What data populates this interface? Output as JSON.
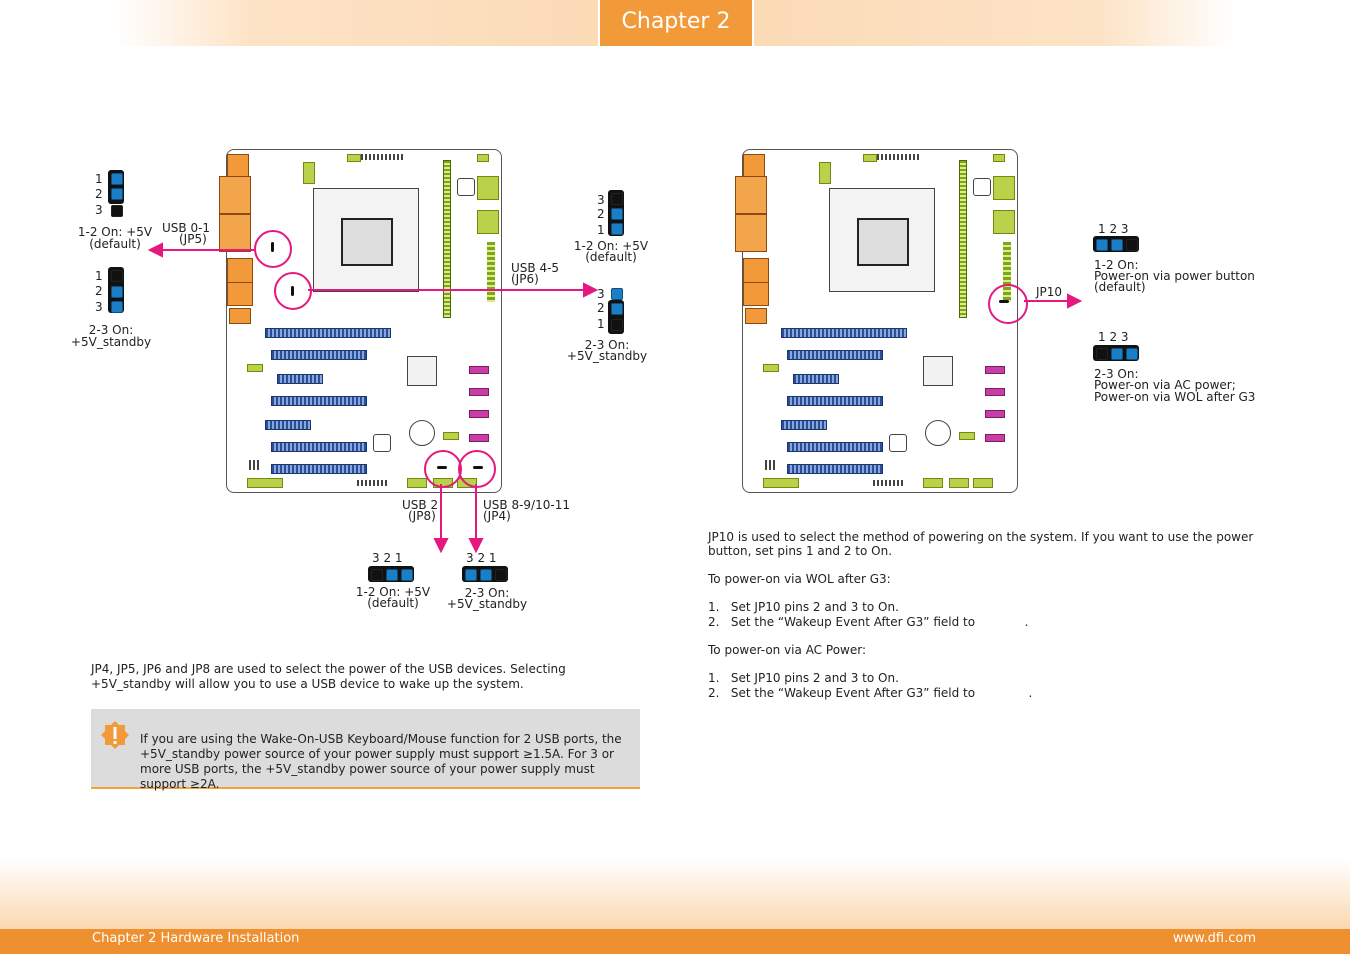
{
  "header": {
    "chapter_tab": "Chapter 2"
  },
  "footer": {
    "left": "Chapter 2 Hardware Installation",
    "right": "www.dfi.com"
  },
  "left_diagram": {
    "jp5": {
      "label": "USB 0-1",
      "id": "(JP5)",
      "opt1_pins": [
        "1",
        "2",
        "3"
      ],
      "opt1_caption_a": "1-2 On: +5V",
      "opt1_caption_b": "(default)",
      "opt2_pins": [
        "1",
        "2",
        "3"
      ],
      "opt2_caption_a": "2-3 On:",
      "opt2_caption_b": "+5V_standby"
    },
    "jp6": {
      "label": "USB 4-5",
      "id": "(JP6)",
      "opt1_pins": [
        "3",
        "2",
        "1"
      ],
      "opt1_caption_a": "1-2 On: +5V",
      "opt1_caption_b": "(default)",
      "opt2_pins": [
        "3",
        "2",
        "1"
      ],
      "opt2_caption_a": "2-3 On:",
      "opt2_caption_b": "+5V_standby"
    },
    "jp8": {
      "label": "USB 2",
      "id": "(JP8)",
      "pins": "3  2  1",
      "caption_a": "1-2 On: +5V",
      "caption_b": "(default)"
    },
    "jp4": {
      "label": "USB 8-9/10-11",
      "id": "(JP4)",
      "pins": "3  2  1",
      "caption_a": "2-3 On:",
      "caption_b": "+5V_standby"
    }
  },
  "left_paragraph": "JP4, JP5, JP6 and JP8 are used to select the power of the USB devices. Selecting +5V_standby will allow you to use a USB device to wake up the system.",
  "note": {
    "icon": "warning-icon",
    "text": "If you are using the Wake-On-USB Keyboard/Mouse function for 2 USB ports, the +5V_standby power source of your power supply must support ≥1.5A. For 3 or more USB ports, the +5V_standby power source of your power supply must support ≥2A."
  },
  "right_diagram": {
    "jp10_label": "JP10",
    "opt1_pins": "1  2  3",
    "opt1_line1": "1-2 On:",
    "opt1_line2": "Power-on via power button",
    "opt1_line3": "(default)",
    "opt2_pins": "1  2  3",
    "opt2_line1": "2-3 On:",
    "opt2_line2": "Power-on via AC power;",
    "opt2_line3": "Power-on via WOL after G3"
  },
  "right_text": {
    "intro_line1": "JP10 is used to select the method of powering on the system. If you want to use the power",
    "intro_line2": "button, set pins 1 and 2 to On.",
    "wol_heading": "To power-on via WOL after G3:",
    "wol_step1": "1.   Set JP10 pins 2 and 3 to On.",
    "wol_step2": "2.   Set the “Wakeup Event After G3” field to             .",
    "ac_heading": "To power-on via AC Power:",
    "ac_step1": "1.   Set JP10 pins 2 and 3 to On.",
    "ac_step2": "2.   Set the “Wakeup Event After G3” field to              ."
  },
  "colors": {
    "accent": "#ee8f30",
    "highlight": "#e6187f",
    "jumper_on": "#1a7fc4"
  }
}
